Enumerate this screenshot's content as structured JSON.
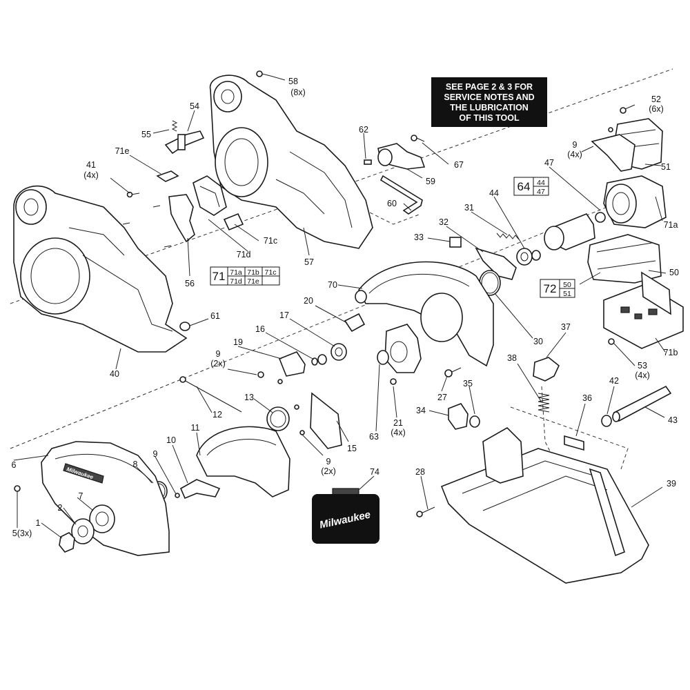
{
  "notice": {
    "lines": [
      "SEE PAGE 2 & 3 FOR",
      "SERVICE NOTES AND",
      "THE LUBRICATION",
      "OF THIS TOOL"
    ]
  },
  "brand_text": "Milwaukee",
  "callouts": [
    {
      "id": "58",
      "qty": "(8x)"
    },
    {
      "id": "54"
    },
    {
      "id": "55"
    },
    {
      "id": "71e"
    },
    {
      "id": "41",
      "qty": "(4x)"
    },
    {
      "id": "62"
    },
    {
      "id": "67"
    },
    {
      "id": "59"
    },
    {
      "id": "60"
    },
    {
      "id": "52",
      "qty": "(6x)"
    },
    {
      "id": "9",
      "qty": "(4x)"
    },
    {
      "id": "51"
    },
    {
      "id": "47"
    },
    {
      "id": "44"
    },
    {
      "id": "31"
    },
    {
      "id": "32"
    },
    {
      "id": "33"
    },
    {
      "id": "71a"
    },
    {
      "id": "71c"
    },
    {
      "id": "71d"
    },
    {
      "id": "56"
    },
    {
      "id": "57"
    },
    {
      "id": "50"
    },
    {
      "id": "70"
    },
    {
      "id": "61"
    },
    {
      "id": "20"
    },
    {
      "id": "17"
    },
    {
      "id": "16"
    },
    {
      "id": "19"
    },
    {
      "id": "30"
    },
    {
      "id": "37"
    },
    {
      "id": "71b"
    },
    {
      "id": "40"
    },
    {
      "id": "9",
      "qty": "(2x)"
    },
    {
      "id": "53",
      "qty": "(4x)"
    },
    {
      "id": "38"
    },
    {
      "id": "42"
    },
    {
      "id": "36"
    },
    {
      "id": "43"
    },
    {
      "id": "27"
    },
    {
      "id": "35"
    },
    {
      "id": "34"
    },
    {
      "id": "21",
      "qty": "(4x)"
    },
    {
      "id": "63"
    },
    {
      "id": "13"
    },
    {
      "id": "12"
    },
    {
      "id": "15"
    },
    {
      "id": "11"
    },
    {
      "id": "9",
      "qty": "(2x)"
    },
    {
      "id": "6"
    },
    {
      "id": "10"
    },
    {
      "id": "8"
    },
    {
      "id": "9"
    },
    {
      "id": "74"
    },
    {
      "id": "28"
    },
    {
      "id": "39"
    },
    {
      "id": "7"
    },
    {
      "id": "2"
    },
    {
      "id": "1"
    },
    {
      "id": "5(3x)"
    }
  ],
  "kits": [
    {
      "id": "71",
      "parts": [
        "71a",
        "71b",
        "71c",
        "71d",
        "71e"
      ]
    },
    {
      "id": "64",
      "parts": [
        "44",
        "47"
      ]
    },
    {
      "id": "72",
      "parts": [
        "50",
        "51"
      ]
    }
  ]
}
